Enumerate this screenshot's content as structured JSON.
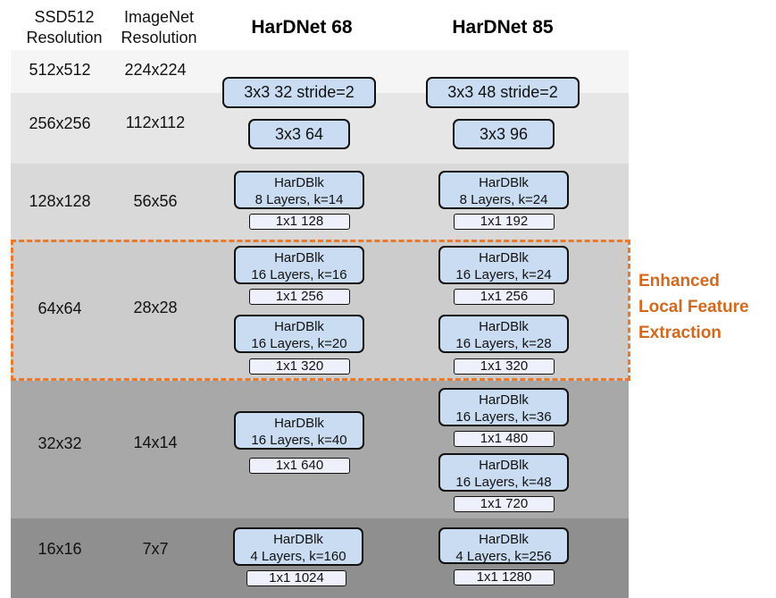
{
  "headers": {
    "ssd_line1": "SSD512",
    "ssd_line2": "Resolution",
    "imagenet_line1": "ImageNet",
    "imagenet_line2": "Resolution",
    "hardnet68": "HarDNet 68",
    "hardnet85": "HarDNet 85"
  },
  "rows": [
    {
      "ssd": "512x512",
      "imagenet": "224x224"
    },
    {
      "ssd": "256x256",
      "imagenet": "112x112"
    },
    {
      "ssd": "128x128",
      "imagenet": "56x56"
    },
    {
      "ssd": "64x64",
      "imagenet": "28x28"
    },
    {
      "ssd": "32x32",
      "imagenet": "14x14"
    },
    {
      "ssd": "16x16",
      "imagenet": "7x7"
    }
  ],
  "hardnet68": {
    "conv1": "3x3  32  stride=2",
    "conv2": "3x3  64",
    "blocks": [
      {
        "title": "HarDBlk",
        "desc": "8 Layers, k=14",
        "transition": "1x1  128"
      },
      {
        "title": "HarDBlk",
        "desc": "16 Layers, k=16",
        "transition": "1x1  256"
      },
      {
        "title": "HarDBlk",
        "desc": "16 Layers, k=20",
        "transition": "1x1  320"
      },
      {
        "title": "HarDBlk",
        "desc": "16 Layers, k=40",
        "transition": "1x1  640"
      },
      {
        "title": "HarDBlk",
        "desc": "4 Layers, k=160",
        "transition": "1x1  1024"
      }
    ]
  },
  "hardnet85": {
    "conv1": "3x3  48  stride=2",
    "conv2": "3x3  96",
    "blocks": [
      {
        "title": "HarDBlk",
        "desc": "8 Layers, k=24",
        "transition": "1x1  192"
      },
      {
        "title": "HarDBlk",
        "desc": "16 Layers, k=24",
        "transition": "1x1  256"
      },
      {
        "title": "HarDBlk",
        "desc": "16 Layers, k=28",
        "transition": "1x1  320"
      },
      {
        "title": "HarDBlk",
        "desc": "16 Layers, k=36",
        "transition": "1x1  480"
      },
      {
        "title": "HarDBlk",
        "desc": "16 Layers, k=48",
        "transition": "1x1  720"
      },
      {
        "title": "HarDBlk",
        "desc": "4 Layers, k=256",
        "transition": "1x1  1280"
      }
    ]
  },
  "annotation": {
    "line1": "Enhanced",
    "line2": "Local Feature",
    "line3": "Extraction"
  },
  "colors": {
    "band_512": "#f5f5f5",
    "band_256": "#e6e6e6",
    "band_128": "#d9d9d9",
    "band_64": "#cccccc",
    "band_32": "#a8a8a8",
    "band_16": "#8f8f8f",
    "block_fill": "#c9dcf2",
    "transition_fill": "#eef1fb",
    "highlight": "#e87a2e"
  }
}
